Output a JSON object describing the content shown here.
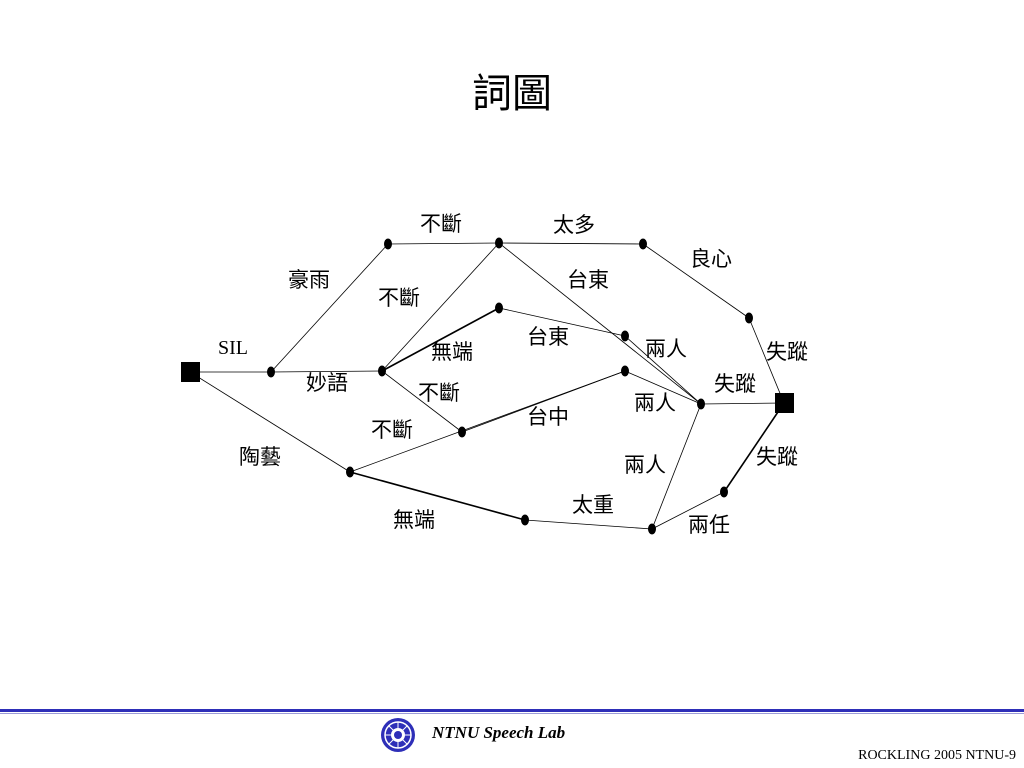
{
  "slide": {
    "title": "詞圖",
    "footer_lab": "NTNU Speech Lab",
    "footer_id": "ROCKLING 2005 NTNU-9",
    "accent_color": "#2e2fb8"
  },
  "lattice": {
    "start_label": "SIL",
    "word_labels": [
      "不斷",
      "太多",
      "豪雨",
      "良心",
      "台東",
      "不斷",
      "台東",
      "無端",
      "兩人",
      "失蹤",
      "妙語",
      "失蹤",
      "不斷",
      "兩人",
      "台中",
      "不斷",
      "陶藝",
      "兩人",
      "失蹤",
      "太重",
      "無端",
      "兩任"
    ]
  }
}
